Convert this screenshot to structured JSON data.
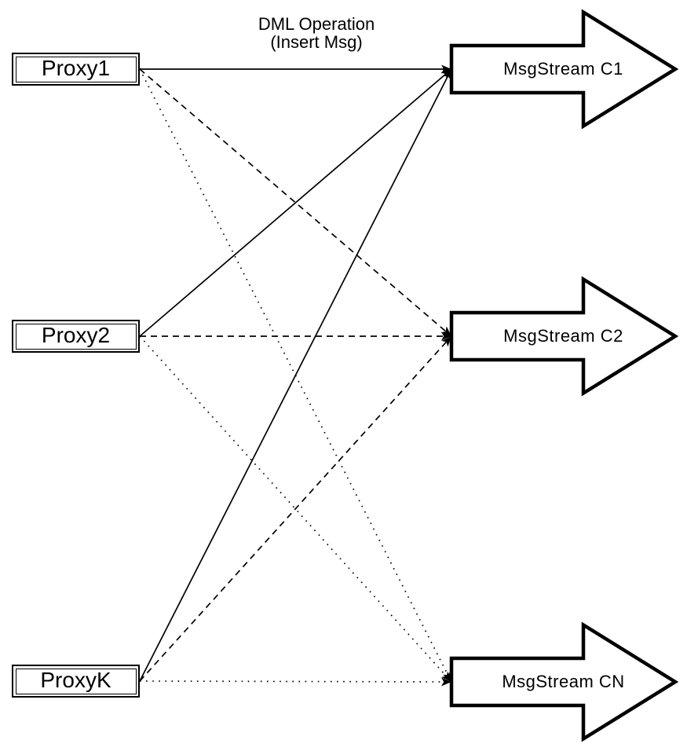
{
  "title": "DML Operation\n(Insert Msg)",
  "colors": {
    "ink": "#000000",
    "background": "#ffffff"
  },
  "proxies": [
    {
      "id": "proxy1",
      "label": "Proxy1"
    },
    {
      "id": "proxy2",
      "label": "Proxy2"
    },
    {
      "id": "proxyk",
      "label": "ProxyK"
    }
  ],
  "streams": [
    {
      "id": "c1",
      "label": "MsgStream C1"
    },
    {
      "id": "c2",
      "label": "MsgStream C2"
    },
    {
      "id": "cn",
      "label": "MsgStream CN"
    }
  ],
  "edges": [
    {
      "from": "proxy1",
      "to": "c1",
      "style": "solid"
    },
    {
      "from": "proxy1",
      "to": "c2",
      "style": "dashed"
    },
    {
      "from": "proxy1",
      "to": "cn",
      "style": "dotted"
    },
    {
      "from": "proxy2",
      "to": "c1",
      "style": "solid"
    },
    {
      "from": "proxy2",
      "to": "c2",
      "style": "dashed"
    },
    {
      "from": "proxy2",
      "to": "cn",
      "style": "dotted"
    },
    {
      "from": "proxyk",
      "to": "c1",
      "style": "solid"
    },
    {
      "from": "proxyk",
      "to": "c2",
      "style": "dashed"
    },
    {
      "from": "proxyk",
      "to": "cn",
      "style": "dotted"
    }
  ]
}
